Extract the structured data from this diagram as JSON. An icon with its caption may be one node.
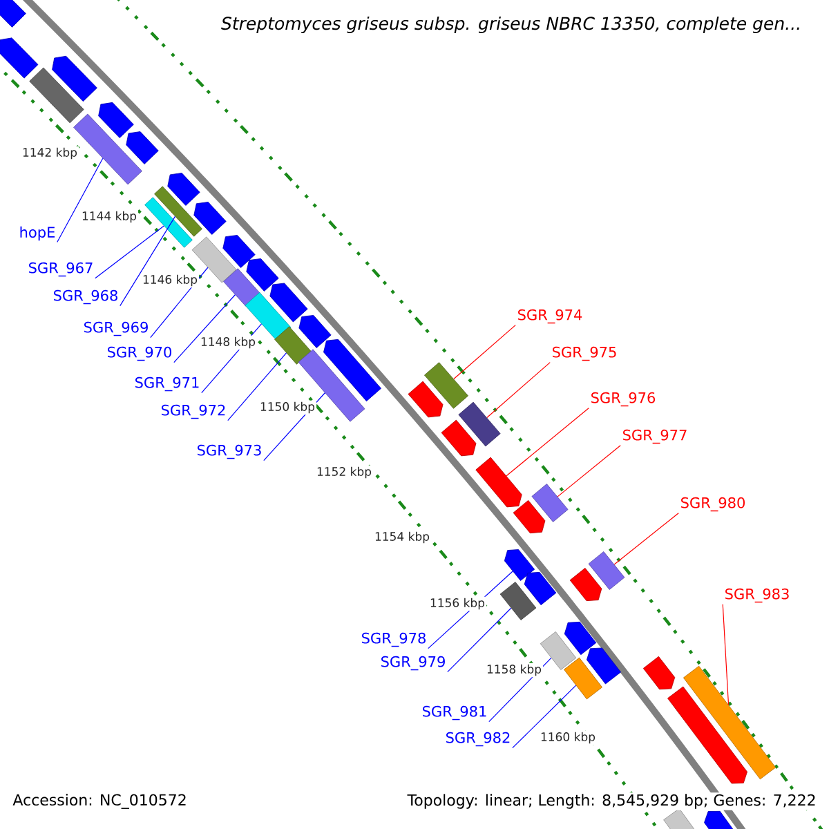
{
  "diagram": {
    "title": "*Streptomyces griseus subsp. griseus NBRC 13350, complete gen...*",
    "nodes": [
      {
        "text": [
          "hopE"
        ]
      },
      {
        "text": [
          "SGR_967"
        ]
      },
      {
        "text": [
          "SGR_968"
        ]
      },
      {
        "text": [
          "SGR_969"
        ]
      },
      {
        "text": [
          "SGR_970"
        ]
      },
      {
        "text": [
          "SGR_971"
        ]
      },
      {
        "text": [
          "SGR_972"
        ]
      },
      {
        "text": [
          "SGR_973"
        ]
      },
      {
        "text": [
          "SGR_974"
        ]
      },
      {
        "text": [
          "SGR_975"
        ]
      },
      {
        "text": [
          "SGR_976"
        ]
      },
      {
        "text": [
          "SGR_977"
        ]
      },
      {
        "text": [
          "SGR_978"
        ]
      },
      {
        "text": [
          "SGR_979"
        ]
      },
      {
        "text": [
          "SGR_980"
        ]
      },
      {
        "text": [
          "SGR_981"
        ]
      },
      {
        "text": [
          "SGR_982"
        ]
      },
      {
        "text": [
          "SGR_983"
        ]
      },
      {
        "text": [],
        "shape": "arrow"
      },
      {
        "text": [],
        "shape": "arrow"
      },
      {
        "text": [],
        "shape": "arrow"
      },
      {
        "text": [],
        "shape": "arrow"
      },
      {
        "text": [],
        "shape": "arrow"
      },
      {
        "text": [],
        "shape": "arrow"
      },
      {
        "text": [],
        "shape": "arrow"
      },
      {
        "text": [],
        "shape": "arrow"
      },
      {
        "text": [],
        "shape": "arrow"
      },
      {
        "text": [],
        "shape": "arrow"
      },
      {
        "text": [],
        "shape": "arrow"
      },
      {
        "text": [],
        "shape": "arrow"
      },
      {
        "text": [],
        "shape": "box"
      },
      {
        "text": [],
        "shape": "box"
      },
      {
        "text": [],
        "shape": "box"
      },
      {
        "text": [],
        "shape": "box"
      },
      {
        "text": [],
        "shape": "box"
      },
      {
        "text": [],
        "shape": "box"
      },
      {
        "text": [],
        "shape": "box"
      },
      {
        "text": [],
        "shape": "box"
      },
      {
        "text": [],
        "shape": "box"
      },
      {
        "text": [],
        "shape": "arrow"
      },
      {
        "text": [],
        "shape": "arrow"
      },
      {
        "text": [],
        "shape": "box"
      },
      {
        "text": [],
        "shape": "box"
      },
      {
        "text": [],
        "shape": "arrow"
      },
      {
        "text": [],
        "shape": "arrow"
      },
      {
        "text": [],
        "shape": "box"
      },
      {
        "text": [],
        "shape": "box"
      },
      {
        "text": [],
        "shape": "arrow"
      },
      {
        "text": [],
        "shape": "arrow"
      },
      {
        "text": [],
        "shape": "box"
      },
      {
        "text": [],
        "shape": "arrow"
      },
      {
        "text": [],
        "shape": "arrow"
      },
      {
        "text": [],
        "shape": "box"
      },
      {
        "text": [],
        "shape": "arrow"
      },
      {
        "text": [],
        "shape": "box"
      },
      {
        "text": [],
        "shape": "arrow"
      },
      {
        "text": [],
        "shape": "arrow"
      },
      {
        "text": [],
        "shape": "box"
      },
      {
        "text": [],
        "shape": "box"
      },
      {
        "text": [],
        "shape": "arrow"
      }
    ],
    "edges": [
      {
        "from": 0,
        "to": 31,
        "arrow": "none"
      },
      {
        "from": 1,
        "to": 33,
        "arrow": "none"
      },
      {
        "from": 2,
        "to": 32,
        "arrow": "none"
      },
      {
        "from": 3,
        "to": 34,
        "arrow": "none"
      },
      {
        "from": 4,
        "to": 35,
        "arrow": "none"
      },
      {
        "from": 5,
        "to": 36,
        "arrow": "none"
      },
      {
        "from": 6,
        "to": 37,
        "arrow": "none"
      },
      {
        "from": 7,
        "to": 38,
        "arrow": "none"
      },
      {
        "from": 8,
        "to": 46,
        "arrow": "none",
        "color": "#ff0000"
      },
      {
        "from": 9,
        "to": 49,
        "arrow": "none",
        "color": "#ff0000"
      },
      {
        "from": 10,
        "to": 50,
        "arrow": "none",
        "color": "#ff0000"
      },
      {
        "from": 11,
        "to": 52,
        "arrow": "none",
        "color": "#ff0000"
      },
      {
        "from": 12,
        "to": 39,
        "arrow": "none"
      },
      {
        "from": 13,
        "to": 41,
        "arrow": "none"
      },
      {
        "from": 14,
        "to": 54,
        "arrow": "none",
        "color": "#ff0000"
      },
      {
        "from": 15,
        "to": 42,
        "arrow": "none"
      },
      {
        "from": 16,
        "to": 45,
        "arrow": "none"
      },
      {
        "from": 17,
        "to": 57,
        "arrow": "none",
        "color": "#ff0000"
      }
    ],
    "labels": [
      "1142 kbp",
      "1144 kbp",
      "1146 kbp",
      "1148 kbp",
      "1150 kbp",
      "1152 kbp",
      "1154 kbp",
      "1156 kbp",
      "1158 kbp",
      "1160 kbp",
      "Accession: NC_010572",
      "Topology: linear; Length: 8,545,929 bp; Genes: 7,222"
    ]
  }
}
